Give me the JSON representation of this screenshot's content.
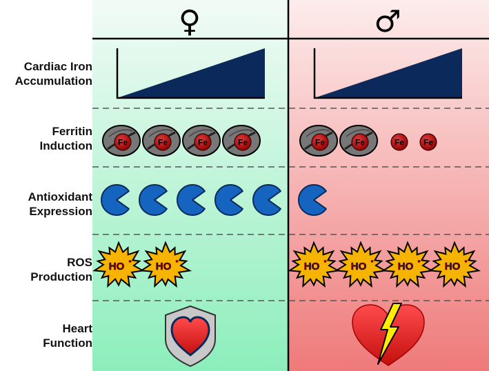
{
  "columns": {
    "female": {
      "symbol": "♀",
      "gradient_top": "#f2fbf6",
      "gradient_bottom": "#8ceebb"
    },
    "male": {
      "symbol": "♂",
      "gradient_top": "#fdecec",
      "gradient_bottom": "#ef7a7a"
    }
  },
  "rows": [
    {
      "line1": "Cardiac Iron",
      "line2": "Accumulation"
    },
    {
      "line1": "Ferritin",
      "line2": "Induction"
    },
    {
      "line1": "Antioxidant",
      "line2": "Expression"
    },
    {
      "line1": "ROS",
      "line2": "Production"
    },
    {
      "line1": "Heart",
      "line2": "Function"
    }
  ],
  "icons": {
    "iron_ramp": "triangle-ramp-icon",
    "ferritin": "ferritin-cage-icon",
    "iron": "iron-ion-icon",
    "iron_label": "Fe",
    "antioxidant": "pacman-antioxidant-icon",
    "ros": "hydroxyl-radical-burst-icon",
    "ros_label": "HO",
    "ros_dot": "•",
    "heart_protected": "shielded-heart-icon",
    "heart_broken": "broken-heart-icon"
  },
  "colors": {
    "ramp": "#0b2a5b",
    "iron": "#b70000",
    "ferritin": "#777777",
    "antioxidant": "#1565c0",
    "ros": "#f6b400",
    "heart": "#e41f1f",
    "bolt": "#ffec00"
  },
  "counts": {
    "female": {
      "ferritin": 4,
      "free_iron": 0,
      "antioxidant": 5,
      "ros": 2
    },
    "male": {
      "ferritin": 2,
      "free_iron": 2,
      "antioxidant": 1,
      "ros": 4
    }
  }
}
